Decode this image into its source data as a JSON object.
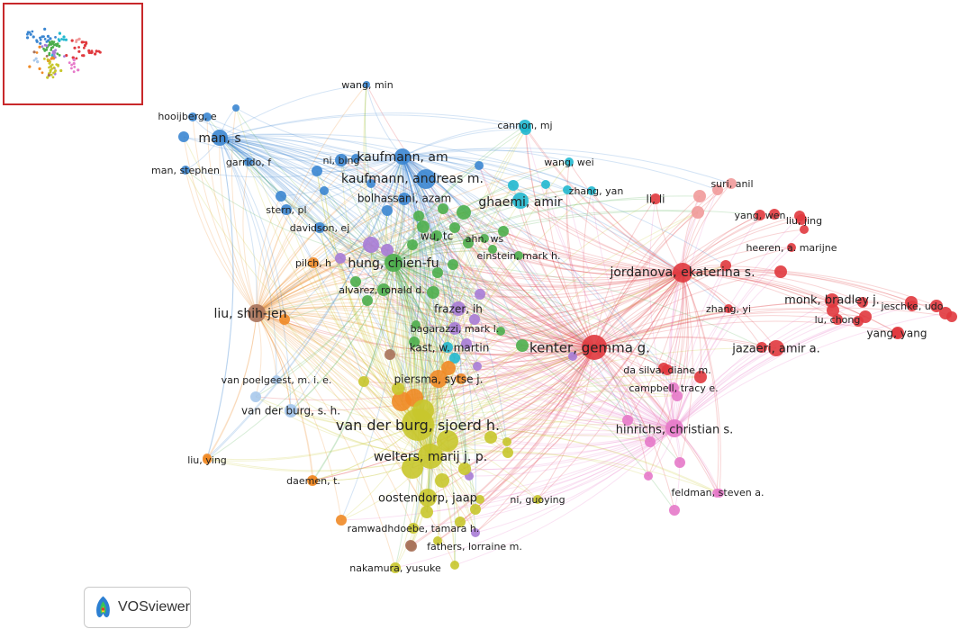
{
  "app": {
    "brand": "VOSviewer"
  },
  "colors": {
    "red": "#e0393e",
    "blue": "#3b86d1",
    "cyan": "#22b8cf",
    "green": "#4cae4c",
    "purple": "#a77cd6",
    "yellow": "#c8c72c",
    "orange": "#ef8a26",
    "pink": "#e679c9",
    "brown": "#a8725a",
    "lightblue": "#a9c9ec",
    "lightred": "#f19a9a",
    "minimap_border": "#c8282a"
  },
  "nodes": [
    {
      "label": "wang, min",
      "c": "blue"
    },
    {
      "label": "hooijberg, e",
      "c": "blue"
    },
    {
      "label": "man, s",
      "c": "blue"
    },
    {
      "label": "man, stephen",
      "c": "blue"
    },
    {
      "label": "garrido, f",
      "c": "blue"
    },
    {
      "label": "ni, bing",
      "c": "blue"
    },
    {
      "label": "kaufmann, am",
      "c": "blue"
    },
    {
      "label": "kaufmann, andreas m.",
      "c": "blue"
    },
    {
      "label": "bolhassani, azam",
      "c": "blue"
    },
    {
      "label": "stern, pl",
      "c": "blue"
    },
    {
      "label": "davidson, ej",
      "c": "blue"
    },
    {
      "label": "cannon, mj",
      "c": "cyan"
    },
    {
      "label": "wang, wei",
      "c": "cyan"
    },
    {
      "label": "zhang, yan",
      "c": "cyan"
    },
    {
      "label": "ghaemi, amir",
      "c": "cyan"
    },
    {
      "label": "wu, tc",
      "c": "green"
    },
    {
      "label": "ahn, ws",
      "c": "green"
    },
    {
      "label": "einstein, mark h.",
      "c": "green"
    },
    {
      "label": "hung, chien-fu",
      "c": "green"
    },
    {
      "label": "alvarez, ronald d.",
      "c": "green"
    },
    {
      "label": "pilch, h",
      "c": "orange"
    },
    {
      "label": "frazer, ih",
      "c": "purple"
    },
    {
      "label": "bagarazzi, mark l.",
      "c": "purple"
    },
    {
      "label": "kast, w. martin",
      "c": "cyan"
    },
    {
      "label": "liu, shih-jen",
      "c": "brown"
    },
    {
      "label": "kenter, gemma g.",
      "c": "red"
    },
    {
      "label": "jordanova, ekaterina s.",
      "c": "red"
    },
    {
      "label": "li, li",
      "c": "red"
    },
    {
      "label": "suri, anil",
      "c": "lightred"
    },
    {
      "label": "yang, wen",
      "c": "red"
    },
    {
      "label": "liu, jing",
      "c": "red"
    },
    {
      "label": "heeren, a. marijne",
      "c": "red"
    },
    {
      "label": "monk, bradley j.",
      "c": "red"
    },
    {
      "label": "jeschke, udo",
      "c": "red"
    },
    {
      "label": "zhang, yi",
      "c": "red"
    },
    {
      "label": "lu, chong",
      "c": "red"
    },
    {
      "label": "yang, yang",
      "c": "red"
    },
    {
      "label": "jazaeri, amir a.",
      "c": "red"
    },
    {
      "label": "da silva, diane m.",
      "c": "red"
    },
    {
      "label": "campbell, tracy e.",
      "c": "pink"
    },
    {
      "label": "hinrichs, christian s.",
      "c": "pink"
    },
    {
      "label": "feldman, steven a.",
      "c": "pink"
    },
    {
      "label": "van poelgeest, m. i. e.",
      "c": "lightblue"
    },
    {
      "label": "van der burg, s. h.",
      "c": "lightblue"
    },
    {
      "label": "piersma, sytse j.",
      "c": "orange"
    },
    {
      "label": "van der burg, sjoerd h.",
      "c": "yellow"
    },
    {
      "label": "welters, marij j. p.",
      "c": "yellow"
    },
    {
      "label": "liu, ying",
      "c": "orange"
    },
    {
      "label": "daemen, t.",
      "c": "orange"
    },
    {
      "label": "oostendorp, jaap",
      "c": "yellow"
    },
    {
      "label": "ni, guoying",
      "c": "yellow"
    },
    {
      "label": "ramwadhdoebe, tamara h.",
      "c": "yellow"
    },
    {
      "label": "fathers, lorraine m.",
      "c": "brown"
    },
    {
      "label": "nakamura, yusuke",
      "c": "yellow"
    }
  ]
}
